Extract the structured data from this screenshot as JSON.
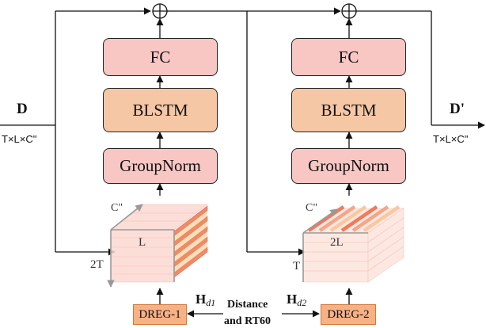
{
  "input": {
    "label": "D",
    "dims": "T×L×C\""
  },
  "output": {
    "label": "D'",
    "dims": "T×L×C\""
  },
  "block1": {
    "fc": "FC",
    "blstm": "BLSTM",
    "groupnorm": "GroupNorm",
    "tensor_c": "C\"",
    "tensor_l": "L",
    "tensor_t": "2T",
    "dreg": "DREG-1",
    "h_main": "H",
    "h_sub": "d1"
  },
  "block2": {
    "fc": "FC",
    "blstm": "BLSTM",
    "groupnorm": "GroupNorm",
    "tensor_c": "C\"",
    "tensor_l": "2L",
    "tensor_t": "T",
    "dreg": "DREG-2",
    "h_main": "H",
    "h_sub": "d2"
  },
  "condition": {
    "line1": "Distance",
    "line2": "and RT60"
  }
}
